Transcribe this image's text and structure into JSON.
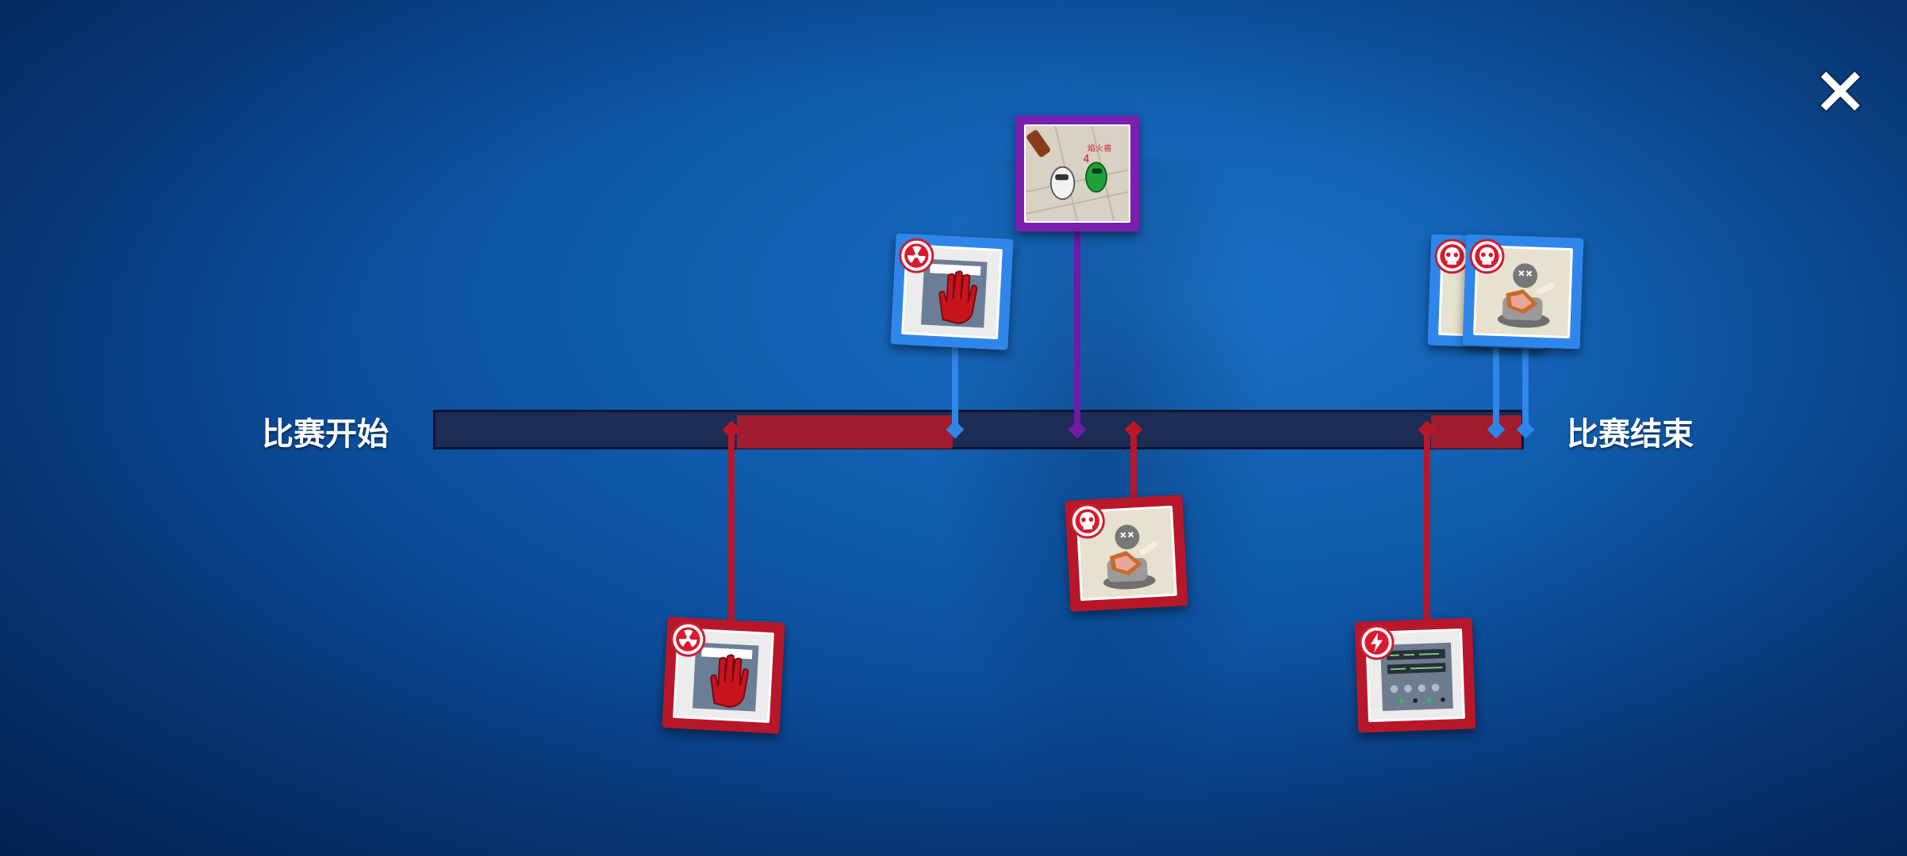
{
  "timeline": {
    "start_label": "比赛开始",
    "end_label": "比赛结束"
  },
  "events": [
    {
      "icon": "hand-stop-icon",
      "badge": "radiation-icon",
      "side": "below",
      "color": "red"
    },
    {
      "icon": "hand-stop-icon",
      "badge": "radiation-icon",
      "side": "above",
      "color": "blue"
    },
    {
      "icon": "crewmate-scene-icon",
      "badge": "none",
      "side": "above",
      "color": "purple"
    },
    {
      "icon": "dead-robot-icon",
      "badge": "skull-icon",
      "side": "below",
      "color": "red"
    },
    {
      "icon": "control-panel-icon",
      "badge": "lightning-icon",
      "side": "below",
      "color": "red"
    },
    {
      "icon": "dead-robot-icon",
      "badge": "skull-icon",
      "side": "above",
      "color": "blue"
    },
    {
      "icon": "dead-robot-icon",
      "badge": "skull-icon",
      "side": "above",
      "color": "blue"
    }
  ],
  "scene_text": "焰火兽",
  "colors": {
    "team_red": "#b8172a",
    "team_blue": "#2f86ea",
    "special": "#7a1fb0",
    "bar": "#1c2c55"
  }
}
